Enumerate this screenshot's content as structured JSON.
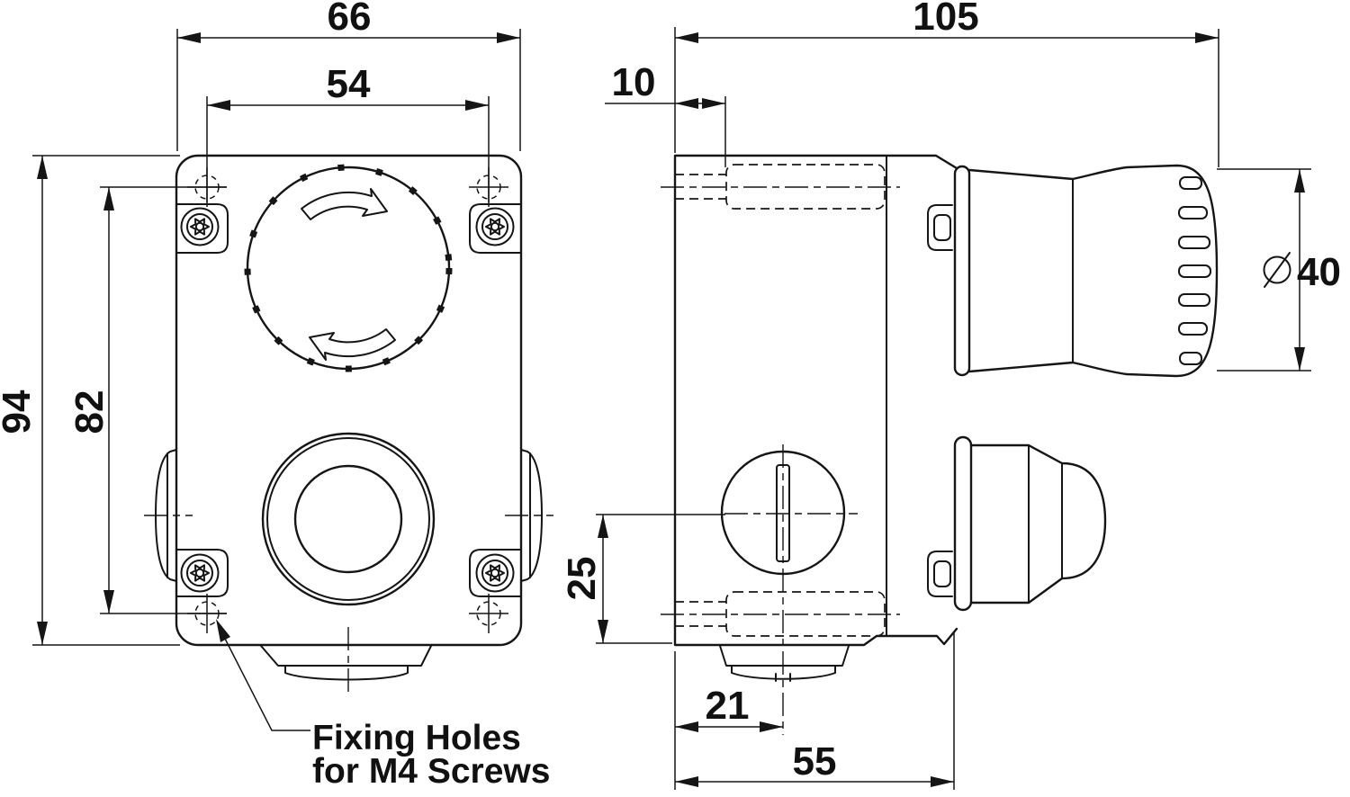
{
  "drawing": {
    "front_view": {
      "dim_width": "66",
      "dim_hole_spacing_width": "54",
      "dim_height": "94",
      "dim_hole_spacing_height": "82",
      "note_line1": "Fixing Holes",
      "note_line2": "for M4 Screws"
    },
    "side_view": {
      "dim_total_depth": "105",
      "dim_hole_depth": "10",
      "dim_button_diameter": "40",
      "dim_side_entry_offset": "25",
      "dim_gland_offset": "21",
      "dim_body_depth": "55"
    }
  },
  "colors": {
    "line": "#151515",
    "background": "#ffffff"
  }
}
